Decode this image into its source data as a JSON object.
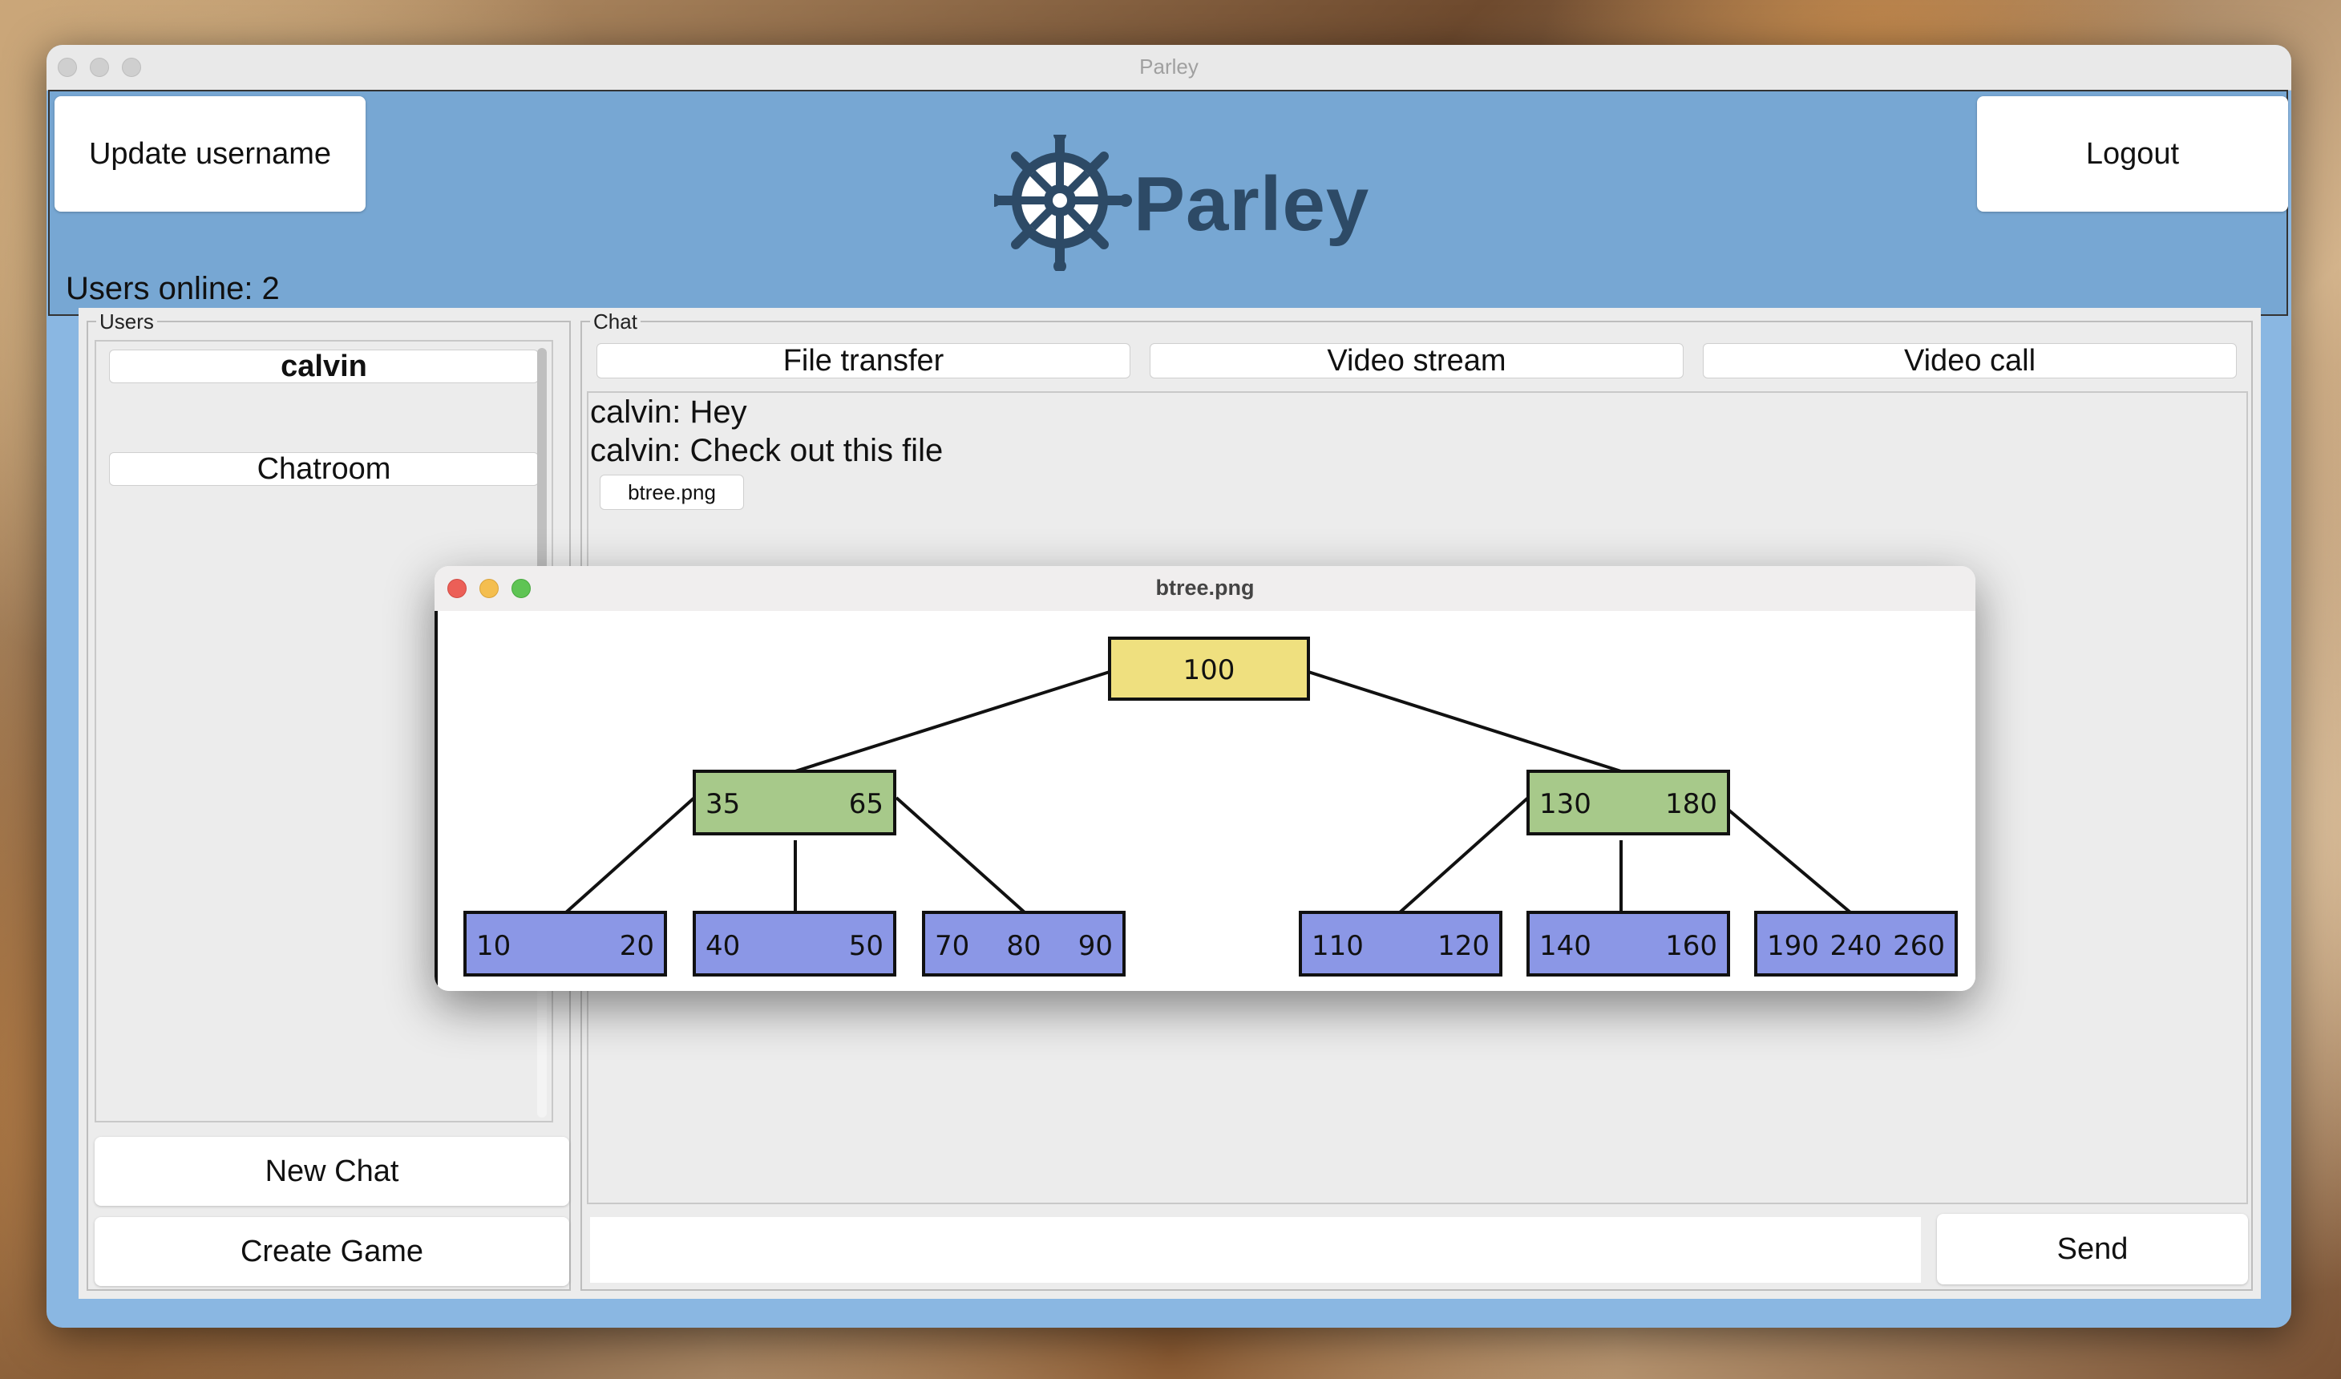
{
  "window": {
    "title": "Parley"
  },
  "header": {
    "update_username_label": "Update username",
    "logout_label": "Logout",
    "users_online": "Users online: 2",
    "logo_text": "Parley"
  },
  "users_panel": {
    "legend": "Users",
    "items": [
      {
        "label": "calvin",
        "bold": true
      },
      {
        "label": "Chatroom",
        "bold": false
      }
    ],
    "new_chat_label": "New Chat",
    "create_game_label": "Create Game"
  },
  "chat_panel": {
    "legend": "Chat",
    "buttons": [
      "File transfer",
      "Video stream",
      "Video call"
    ],
    "messages": [
      "calvin: Hey",
      "calvin: Check out this file"
    ],
    "file_chip": "btree.png",
    "input_value": "",
    "send_label": "Send"
  },
  "image_viewer": {
    "title": "btree.png",
    "tree": {
      "root": [
        "100"
      ],
      "level1": [
        [
          "35",
          "65"
        ],
        [
          "130",
          "180"
        ]
      ],
      "leaves": [
        [
          "10",
          "20"
        ],
        [
          "40",
          "50"
        ],
        [
          "70",
          "80",
          "90"
        ],
        [
          "110",
          "120"
        ],
        [
          "140",
          "160"
        ],
        [
          "190",
          "240",
          "260"
        ]
      ]
    },
    "colors": {
      "root": "#efe07f",
      "internal": "#a7c98a",
      "leaf": "#8b97e6"
    }
  }
}
